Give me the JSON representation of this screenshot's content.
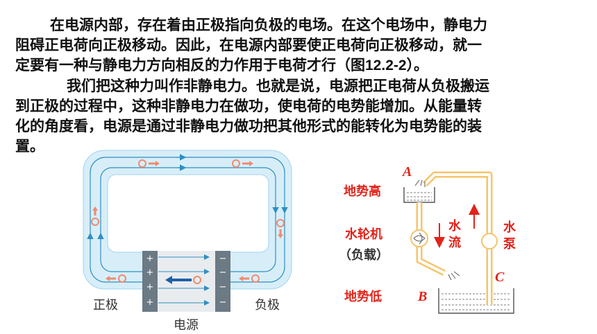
{
  "paragraph1": {
    "line1": "在电源内部，存在着由正极指向负极的电场。在这个电场中，静电力",
    "line2": "阻碍正电荷向正极移动。因此，在电源内部要使正电荷向正极移动，就一",
    "line3_a": "定要有一种与静电力方向相反的力作用于电荷才行（图",
    "line3_fig": "12.2-2",
    "line3_b": "）。"
  },
  "paragraph2": {
    "line1": "我们把这种力叫作非静电力。也就是说，电源把正电荷从负极搬运",
    "line2": "到正极的过程中，这种非静电力在做功，使电荷的电势能增加。从能量转",
    "line3": "化的角度看，电源是通过非静电力做功把其他形式的能转化为电势能的装",
    "line4": "置。"
  },
  "circuit_figure": {
    "positive_label": "正极",
    "negative_label": "负极",
    "source_label": "电源",
    "plus_sign": "+",
    "minus_sign": "−"
  },
  "water_figure": {
    "high_label": "地势高",
    "low_label": "地势低",
    "turbine_label": "水轮机",
    "load_label": "（负载）",
    "flow_char1": "水",
    "flow_char2": "流",
    "pump_char1": "水",
    "pump_char2": "泵",
    "point_a": "A",
    "point_b": "B",
    "point_c": "C"
  },
  "colors": {
    "circuit_fill": "#d7eef9",
    "circuit_line": "#3aa9d8",
    "electrode": "#6b7a84",
    "charge": "#f08a6e",
    "pipe": "#f5c46a",
    "label_red": "#e2231a"
  }
}
